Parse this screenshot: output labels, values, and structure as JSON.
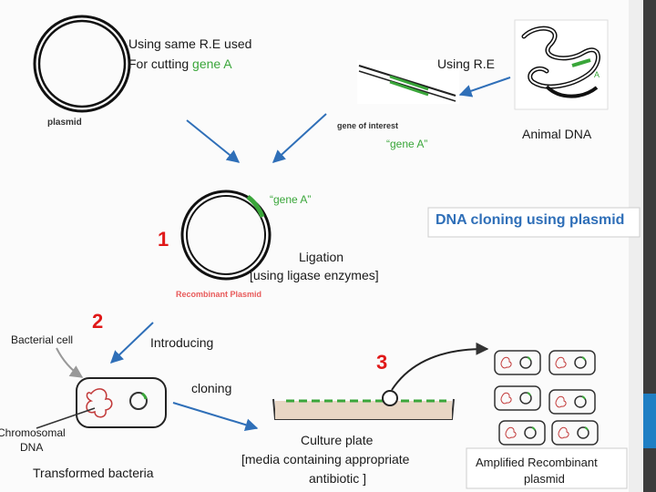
{
  "labels": {
    "cutting_line1": "Using same R.E used",
    "cutting_line2_prefix": "For cutting ",
    "cutting_line2_gene": "gene A",
    "using_re": "Using R.E",
    "plasmid": "plasmid",
    "gene_of_interest": "gene of interest",
    "gene_a_quoted_1": "“gene A”",
    "animal_dna": "Animal DNA",
    "gene_a_small": "A",
    "gene_a_quoted_2": "“gene A”",
    "title": "DNA cloning using plasmid",
    "step1": "1",
    "ligation_line1": "Ligation",
    "ligation_line2": "[using ligase enzymes]",
    "recombinant_plasmid": "Recombinant Plasmid",
    "step2": "2",
    "bacterial_cell": "Bacterial cell",
    "introducing": "Introducing",
    "step3": "3",
    "cloning": "cloning",
    "chromosomal_line1": "Chromosomal",
    "chromosomal_line2": "DNA",
    "transformed_bacteria": "Transformed bacteria",
    "culture_line1": "Culture plate",
    "culture_line2": "[media containing appropriate",
    "culture_line3": "antibiotic ]",
    "amplified_line1": "Amplified Recombinant",
    "amplified_line2": "plasmid"
  },
  "colors": {
    "gene": "#3aa63a",
    "arrow_blue": "#2f6fb8",
    "step_red": "#e01818",
    "recombinant_label": "#e85a5a",
    "title_blue": "#2f6fb8",
    "culture_plate": "#c8a07a"
  }
}
